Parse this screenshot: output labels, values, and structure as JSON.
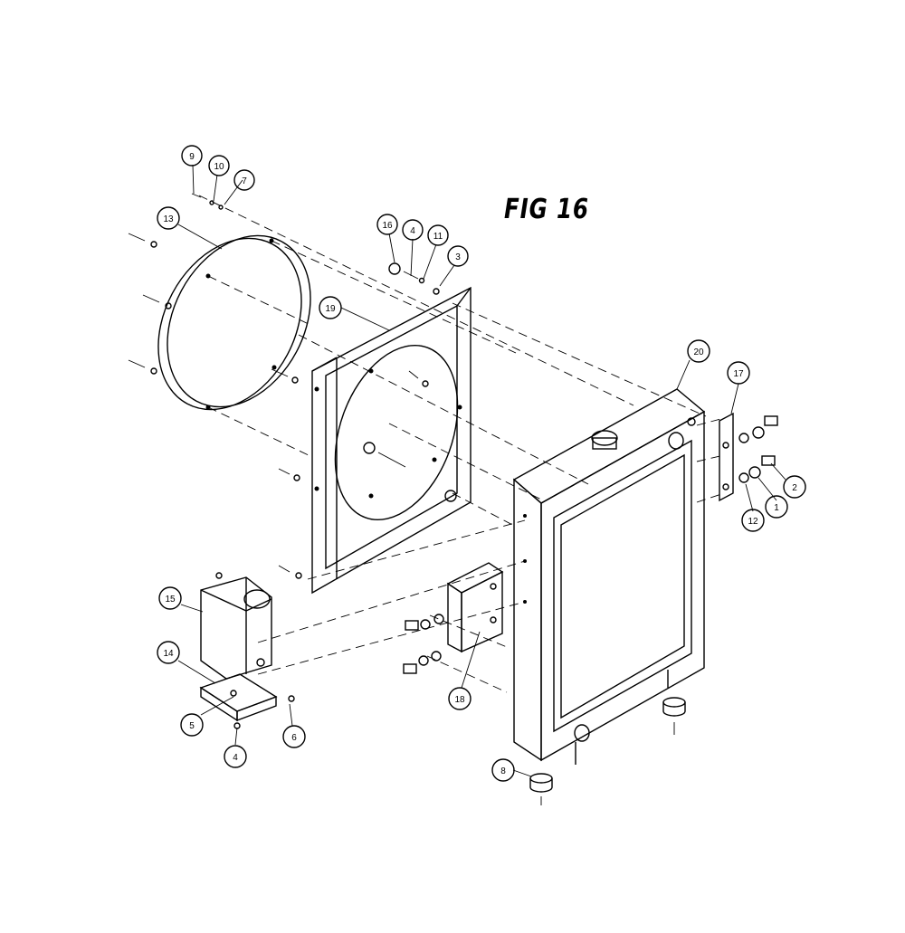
{
  "figure": {
    "title": "FIG 16"
  },
  "callouts": [
    {
      "id": "c9",
      "label": "9"
    },
    {
      "id": "c10",
      "label": "10"
    },
    {
      "id": "c7a",
      "label": "7"
    },
    {
      "id": "c13",
      "label": "13"
    },
    {
      "id": "c16",
      "label": "16"
    },
    {
      "id": "c4a",
      "label": "4"
    },
    {
      "id": "c11",
      "label": "11"
    },
    {
      "id": "c3",
      "label": "3"
    },
    {
      "id": "c19",
      "label": "19"
    },
    {
      "id": "c20",
      "label": "20"
    },
    {
      "id": "c17",
      "label": "17"
    },
    {
      "id": "c2",
      "label": "2"
    },
    {
      "id": "c1",
      "label": "1"
    },
    {
      "id": "c12",
      "label": "12"
    },
    {
      "id": "c15",
      "label": "15"
    },
    {
      "id": "c14",
      "label": "14"
    },
    {
      "id": "c5",
      "label": "5"
    },
    {
      "id": "c6",
      "label": "6"
    },
    {
      "id": "c4b",
      "label": "4"
    },
    {
      "id": "c18",
      "label": "18"
    },
    {
      "id": "c8",
      "label": "8"
    }
  ]
}
